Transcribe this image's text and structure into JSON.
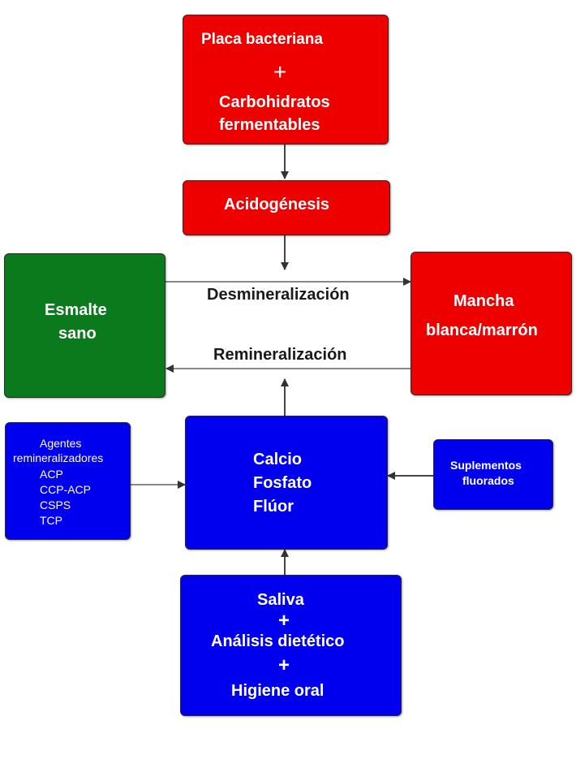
{
  "colors": {
    "red": "#ee0000",
    "green": "#0b7a1d",
    "blue": "#0000ee",
    "arrow": "#444444"
  },
  "nodes": {
    "placa": {
      "line1": "Placa bacteriana",
      "plus": "+",
      "line2": "Carbohidratos",
      "line3": "fermentables"
    },
    "acidogenesis": {
      "label": "Acidogénesis"
    },
    "esmalte": {
      "line1": "Esmalte",
      "line2": "sano"
    },
    "mancha": {
      "line1": "Mancha",
      "line2": "blanca/marrón"
    },
    "minerales": {
      "line1": "Calcio",
      "line2": "Fosfato",
      "line3": "Flúor"
    },
    "agentes": {
      "line1": "Agentes",
      "line2": "remineralizadores",
      "items": [
        "ACP",
        "CCP-ACP",
        "CSPS",
        "TCP"
      ]
    },
    "suplementos": {
      "line1": "Suplementos",
      "line2": "fluorados"
    },
    "saliva": {
      "line1": "Saliva",
      "plus1": "+",
      "line2": "Análisis dietético",
      "plus2": "+",
      "line3": "Higiene oral"
    }
  },
  "edges": {
    "desmineralizacion": "Desmineralización",
    "remineralizacion": "Remineralización"
  }
}
